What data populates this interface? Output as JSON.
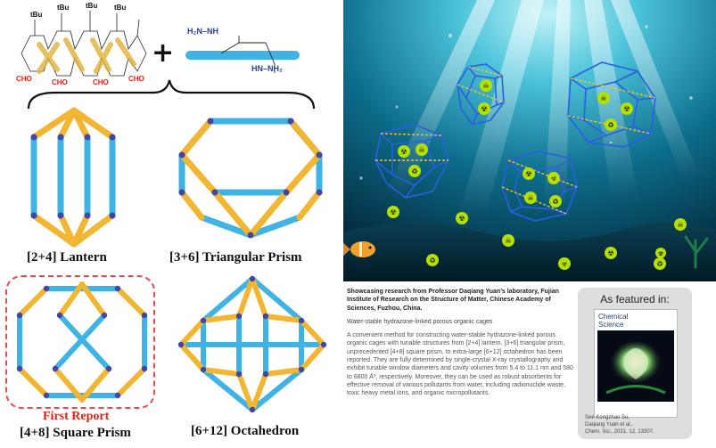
{
  "reactants": {
    "tbu_label": "tBu",
    "cho_label": "CHO",
    "hydrazide_top": "H₂N–NH",
    "hydrazide_bottom": "HN–NH₂",
    "plus": "+"
  },
  "cages": [
    {
      "label": "[2+4] Lantern"
    },
    {
      "label": "[3+6] Triangular Prism"
    },
    {
      "label": "[4+8] Square Prism",
      "note": "First Report"
    },
    {
      "label": "[6+12] Octahedron"
    }
  ],
  "article": {
    "heading": "Showcasing research from Professor Daqiang Yuan’s laboratory, Fujian Institute of Research on the Structure of Matter, Chinese Academy of Sciences, Fuzhou, China.",
    "subtitle": "Water-stable hydrazone-linked porous organic cages",
    "description": "A convenient method for constructing water-stable hydrazone-linked porous organic cages with tunable structures from [2+4] lantern, [3+6] triangular prism, unprecedented [4+8] square prism, to extra-large [6+12] octahedron has been reported. They are fully determined by single-crystal X-ray crystallography and exhibit tunable window diameters and cavity volumes from 5.4 to 11.1 nm and 580 to 6800 Å³, respectively. Moreover, they can be used as robust absorbents for effective removal of various pollutants from water, including radionuclide waste, toxic heavy metal ions, and organic micropollutants."
  },
  "featured": {
    "heading": "As featured in:",
    "journal_line1": "Chemical",
    "journal_line2": "Science",
    "see_line1": "See Kongzhao Su,",
    "see_line2": "Daqiang Yuan et al.,",
    "see_line3": "Chem. Sci., 2021, 12, 13307."
  },
  "colors": {
    "yellow_rod": "#f2b632",
    "blue_rod": "#3fb3e3",
    "node": "#3f46a8",
    "accent_red": "#e2231a",
    "ocean_light": "#6fd3e6",
    "ocean_deep": "#04364a",
    "pollutant_green": "#b6e000"
  }
}
